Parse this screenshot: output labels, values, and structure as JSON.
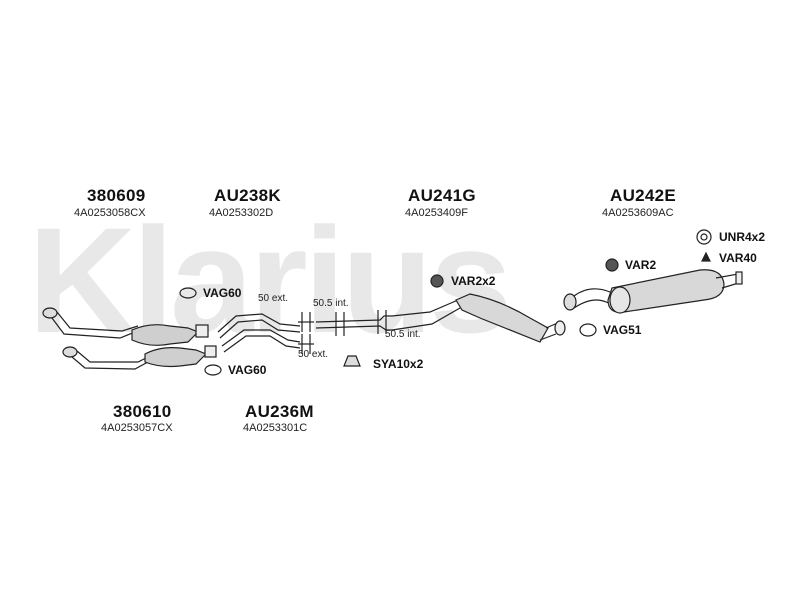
{
  "watermark": "Klarius",
  "parts": {
    "p1": {
      "code": "380609",
      "ref": "4A0253058CX"
    },
    "p2": {
      "code": "AU238K",
      "ref": "4A0253302D"
    },
    "p3": {
      "code": "AU241G",
      "ref": "4A0253409F"
    },
    "p4": {
      "code": "AU242E",
      "ref": "4A0253609AC"
    },
    "p5": {
      "code": "380610",
      "ref": "4A0253057CX"
    },
    "p6": {
      "code": "AU236M",
      "ref": "4A0253301C"
    }
  },
  "fittings": {
    "vag60_top": "VAG60",
    "vag60_bottom": "VAG60",
    "var2x2": "VAR2x2",
    "var2": "VAR2",
    "unr4x2": "UNR4x2",
    "var40": "VAR40",
    "vag51": "VAG51",
    "sya10x2": "SYA10x2"
  },
  "dimensions": {
    "d1": "50 ext.",
    "d2": "50.5 int.",
    "d3": "50.5 int.",
    "d4": "50 ext."
  }
}
